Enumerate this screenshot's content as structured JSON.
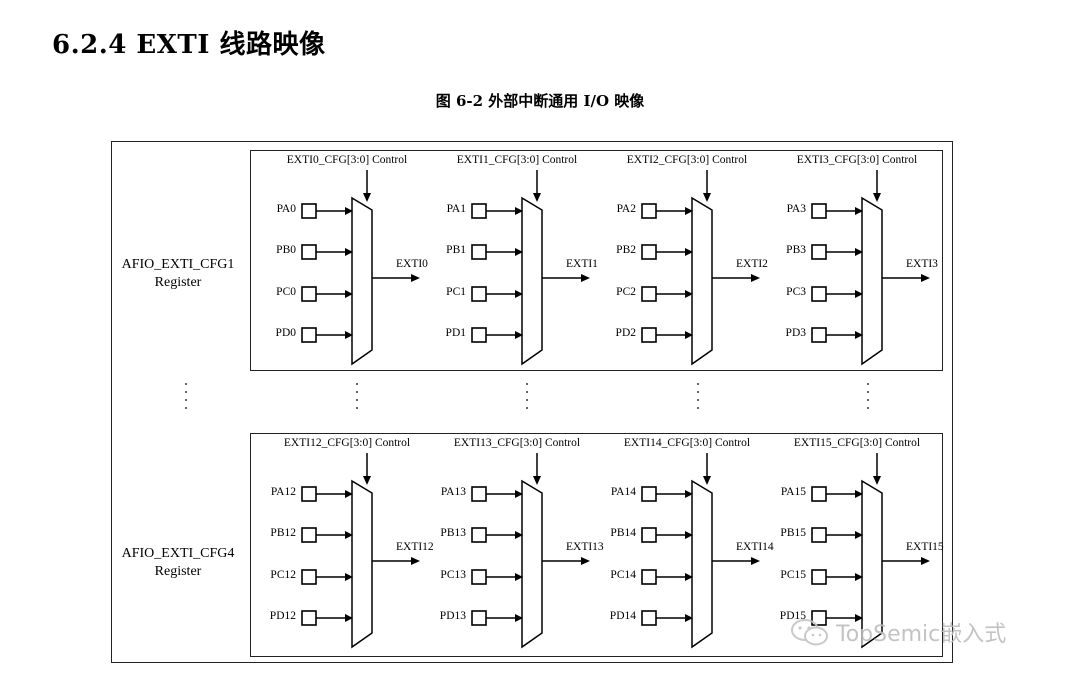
{
  "section_heading": "6.2.4 EXTI 线路映像",
  "figure_caption": "图 6-2 外部中断通用 I/O 映像",
  "groups": [
    {
      "register_label": [
        "AFIO_EXTI_CFG1",
        "Register"
      ],
      "muxes": [
        {
          "control": "EXTI0_CFG[3:0] Control",
          "inputs": [
            "PA0",
            "PB0",
            "PC0",
            "PD0"
          ],
          "output": "EXTI0"
        },
        {
          "control": "EXTI1_CFG[3:0] Control",
          "inputs": [
            "PA1",
            "PB1",
            "PC1",
            "PD1"
          ],
          "output": "EXTI1"
        },
        {
          "control": "EXTI2_CFG[3:0] Control",
          "inputs": [
            "PA2",
            "PB2",
            "PC2",
            "PD2"
          ],
          "output": "EXTI2"
        },
        {
          "control": "EXTI3_CFG[3:0] Control",
          "inputs": [
            "PA3",
            "PB3",
            "PC3",
            "PD3"
          ],
          "output": "EXTI3"
        }
      ]
    },
    {
      "register_label": [
        "AFIO_EXTI_CFG4",
        "Register"
      ],
      "muxes": [
        {
          "control": "EXTI12_CFG[3:0] Control",
          "inputs": [
            "PA12",
            "PB12",
            "PC12",
            "PD12"
          ],
          "output": "EXTI12"
        },
        {
          "control": "EXTI13_CFG[3:0] Control",
          "inputs": [
            "PA13",
            "PB13",
            "PC13",
            "PD13"
          ],
          "output": "EXTI13"
        },
        {
          "control": "EXTI14_CFG[3:0] Control",
          "inputs": [
            "PA14",
            "PB14",
            "PC14",
            "PD14"
          ],
          "output": "EXTI14"
        },
        {
          "control": "EXTI15_CFG[3:0] Control",
          "inputs": [
            "PA15",
            "PB15",
            "PC15",
            "PD15"
          ],
          "output": "EXTI15"
        }
      ]
    }
  ],
  "watermark": {
    "text": "TopSemic嵌入式",
    "icon": "wechat-icon"
  }
}
